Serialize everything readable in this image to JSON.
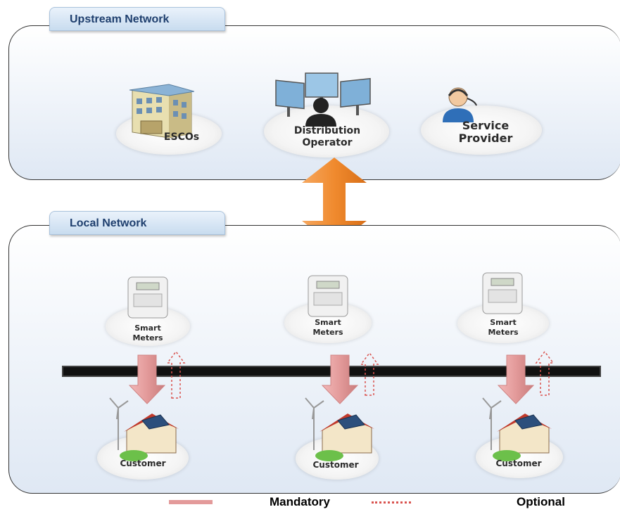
{
  "upstream": {
    "title": "Upstream Network",
    "nodes": [
      {
        "label": "ESCOs"
      },
      {
        "label": "Distribution\nOperator"
      },
      {
        "label": "Service\nProvider"
      }
    ]
  },
  "local": {
    "title": "Local Network",
    "meters": [
      {
        "label": "Smart\nMeters"
      },
      {
        "label": "Smart\nMeters"
      },
      {
        "label": "Smart\nMeters"
      }
    ],
    "customers": [
      {
        "label": "Customer"
      },
      {
        "label": "Customer"
      },
      {
        "label": "Customer"
      }
    ]
  },
  "legend": {
    "mandatory": "Mandatory",
    "optional": "Optional"
  },
  "colors": {
    "arrow_orange": "#f08a2e",
    "mandatory_pink": "#e39a9a",
    "optional_red": "#d9534f",
    "tab_text": "#1f3f6e"
  }
}
